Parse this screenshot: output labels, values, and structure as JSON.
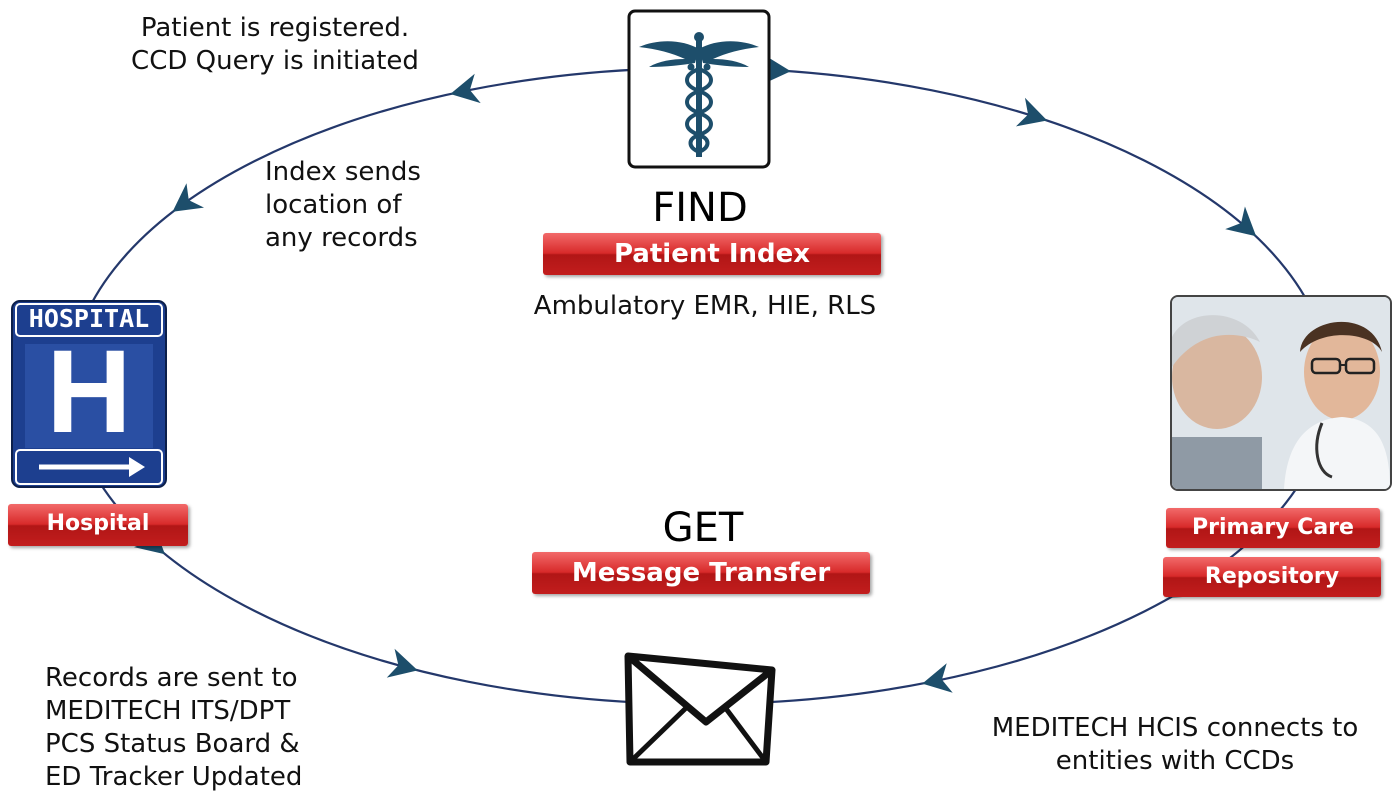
{
  "texts": {
    "registered": [
      "Patient is registered.",
      "CCD Query is initiated"
    ],
    "index_sends": [
      "Index sends",
      "location of",
      "any records"
    ],
    "records_sent": [
      "Records are sent to",
      "MEDITECH ITS/DPT",
      "PCS Status Board &",
      "ED Tracker Updated"
    ],
    "hcis": [
      "MEDITECH HCIS connects to",
      "entities with CCDs"
    ],
    "sources": "Ambulatory EMR, HIE, RLS"
  },
  "find": {
    "heading": "FIND",
    "label": "Patient Index"
  },
  "get": {
    "heading": "GET",
    "label": "Message Transfer"
  },
  "hospital": {
    "sign_text": "HOSPITAL",
    "sign_letter": "H",
    "label": "Hospital"
  },
  "primary_care": {
    "label1": "Primary Care",
    "label2": "Repository"
  },
  "icons": {
    "top": "caduceus-icon",
    "left": "hospital-sign-icon",
    "right": "doctor-patient-photo",
    "bottom": "envelope-icon"
  },
  "colors": {
    "cycle_line": "#24386b",
    "arrow": "#1d4e6b",
    "label_red": "#c81e1e",
    "sign_blue": "#1d3f8f"
  }
}
